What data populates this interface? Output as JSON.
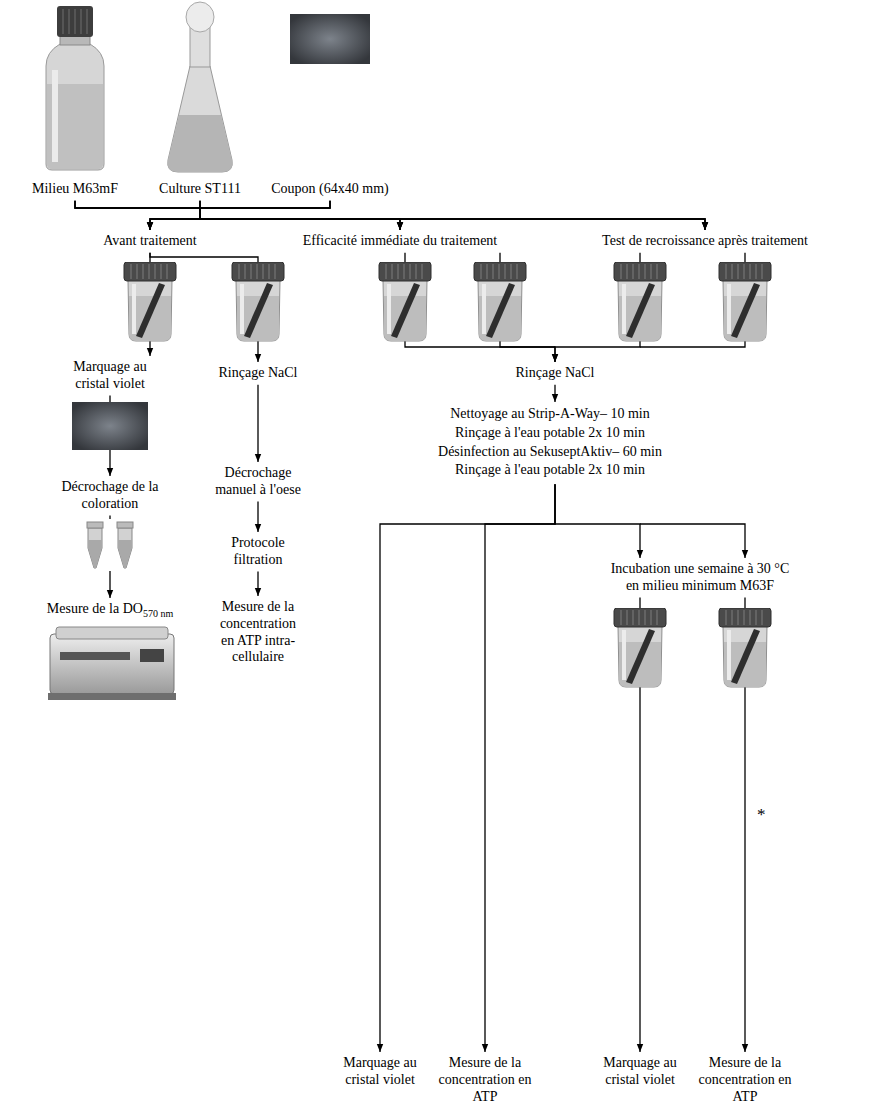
{
  "diagram": {
    "nodes": [
      {
        "text": [
          "Milieu M63mF"
        ]
      },
      {
        "text": [
          "Culture ST111"
        ]
      },
      {
        "text": [
          "Coupon (64x40 mm)"
        ]
      },
      {
        "text": [
          "Avant traitement"
        ]
      },
      {
        "text": [
          "Efficacité immédiate du traitement"
        ]
      },
      {
        "text": [
          "Test de recroissance après traitement"
        ]
      },
      {
        "text": [
          "Marquage au cristal violet"
        ]
      },
      {
        "text": [
          "Rinçage NaCl"
        ]
      },
      {
        "text": [
          "Rinçage NaCl"
        ]
      },
      {
        "text": [
          "Nettoyage au Strip-A-Way– 10 min",
          "Rinçage à l'eau potable 2x 10 min",
          "Désinfection au SekuseptAktiv– 60 min",
          "Rinçage à l'eau potable 2x 10 min"
        ]
      },
      {
        "text": [
          "Décrochage manuel à l'oese"
        ]
      },
      {
        "text": [
          "Décrochage de la coloration"
        ]
      },
      {
        "text": [
          "Protocole filtration"
        ]
      },
      {
        "text": [
          "Incubation une semaine à 30 °C en milieu minimum M63F"
        ]
      },
      {
        "text": [
          "Mesure de la DO",
          "570 nm"
        ]
      },
      {
        "text": [
          "Mesure de la concentration en ATP intra-cellulaire"
        ]
      },
      {
        "text": [
          "Marquage au cristal violet"
        ]
      },
      {
        "text": [
          "Mesure de la concentration en ATP"
        ]
      },
      {
        "text": [
          "Marquage au cristal violet"
        ]
      },
      {
        "text": [
          "Mesure de la concentration en ATP"
        ]
      }
    ],
    "edges": [
      {
        "from": 0,
        "to": 3,
        "arrow": "to"
      },
      {
        "from": 0,
        "to": 4,
        "arrow": "to"
      },
      {
        "from": 0,
        "to": 5,
        "arrow": "to"
      },
      {
        "from": 1,
        "to": 3,
        "arrow": "to"
      },
      {
        "from": 1,
        "to": 4,
        "arrow": "to"
      },
      {
        "from": 1,
        "to": 5,
        "arrow": "to"
      },
      {
        "from": 2,
        "to": 3,
        "arrow": "to"
      },
      {
        "from": 2,
        "to": 4,
        "arrow": "to"
      },
      {
        "from": 2,
        "to": 5,
        "arrow": "to"
      },
      {
        "from": 3,
        "to": 6,
        "arrow": "to"
      },
      {
        "from": 3,
        "to": 7,
        "arrow": "to"
      },
      {
        "from": 4,
        "to": 8,
        "arrow": "to"
      },
      {
        "from": 5,
        "to": 8,
        "arrow": "to"
      },
      {
        "from": 6,
        "to": 11,
        "arrow": "to"
      },
      {
        "from": 11,
        "to": 14,
        "arrow": "to"
      },
      {
        "from": 7,
        "to": 10,
        "arrow": "to"
      },
      {
        "from": 10,
        "to": 12,
        "arrow": "to"
      },
      {
        "from": 12,
        "to": 15,
        "arrow": "to"
      },
      {
        "from": 8,
        "to": 9,
        "arrow": "to"
      },
      {
        "from": 9,
        "to": 16,
        "arrow": "to"
      },
      {
        "from": 9,
        "to": 17,
        "arrow": "to"
      },
      {
        "from": 9,
        "to": 13,
        "arrow": "to"
      },
      {
        "from": 13,
        "to": 18,
        "arrow": "to"
      },
      {
        "from": 13,
        "to": 19,
        "arrow": "to"
      }
    ],
    "labels": [
      "*"
    ]
  }
}
